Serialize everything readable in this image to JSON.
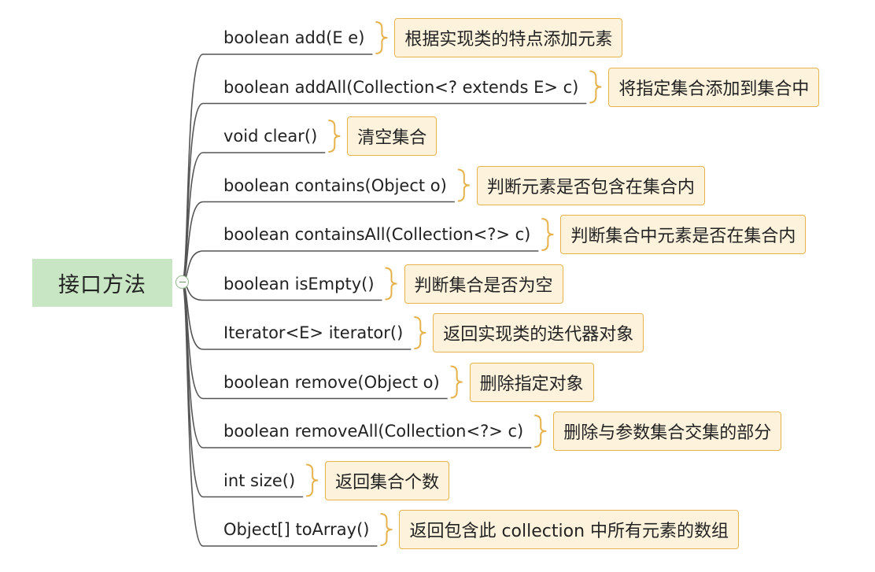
{
  "root": {
    "label": "接口方法"
  },
  "colors": {
    "root_fill": "#c8e6c3",
    "branch_line": "#555555",
    "note_fill": "#fdf3dd",
    "note_border": "#e6b24b",
    "brace": "#e6b24b"
  },
  "methods": [
    {
      "signature": "boolean add(E e)",
      "note": "根据实现类的特点添加元素"
    },
    {
      "signature": "boolean addAll(Collection<? extends E> c)",
      "note": "将指定集合添加到集合中"
    },
    {
      "signature": "void clear()",
      "note": "清空集合"
    },
    {
      "signature": "boolean contains(Object o)",
      "note": "判断元素是否包含在集合内"
    },
    {
      "signature": "boolean containsAll(Collection<?> c)",
      "note": "判断集合中元素是否在集合内"
    },
    {
      "signature": "boolean isEmpty()",
      "note": "判断集合是否为空"
    },
    {
      "signature": "Iterator<E> iterator()",
      "note": "返回实现类的迭代器对象"
    },
    {
      "signature": "boolean remove(Object o)",
      "note": "删除指定对象"
    },
    {
      "signature": "boolean removeAll(Collection<?> c)",
      "note": "删除与参数集合交集的部分"
    },
    {
      "signature": "int size()",
      "note": "返回集合个数"
    },
    {
      "signature": "Object[] toArray()",
      "note": "返回包含此 collection 中所有元素的数组"
    }
  ]
}
